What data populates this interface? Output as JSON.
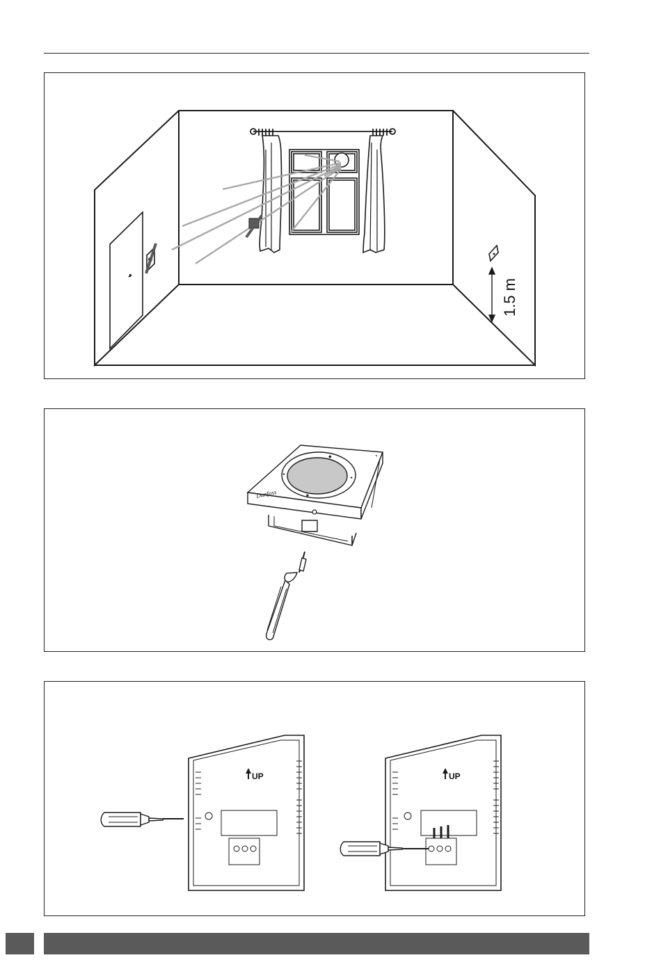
{
  "figure_room": {
    "height_label": "1.5 m"
  },
  "figure_thermostat": {
    "brand_mark": "Danfoss"
  },
  "figure_backplates": {
    "left_plate_label": "UP",
    "right_plate_label": "UP"
  },
  "colors": {
    "ink": "#1a1a1a",
    "sightline_gray": "#a8a8a8",
    "dial_gray": "#c8c8c8",
    "footer_bar": "#5a5a5a"
  }
}
